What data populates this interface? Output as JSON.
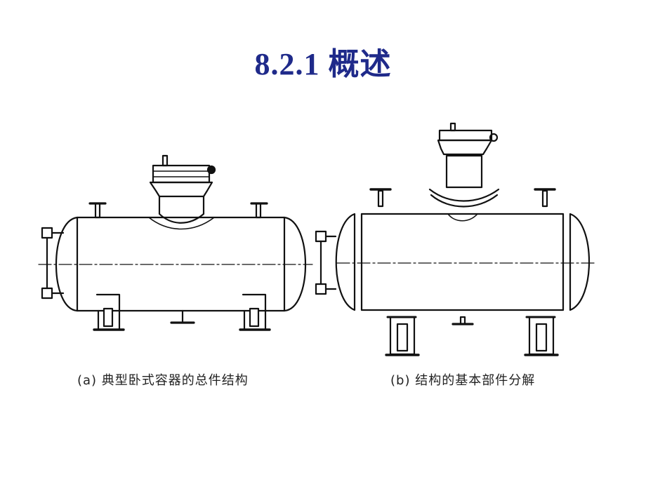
{
  "slide": {
    "title": "8.2.1  概述"
  },
  "figure": {
    "caption_a": "(a) 典型卧式容器的总件结构",
    "caption_b": "(b) 结构的基本部件分解"
  },
  "colors": {
    "title": "#1f2a8a",
    "line": "#111111"
  }
}
